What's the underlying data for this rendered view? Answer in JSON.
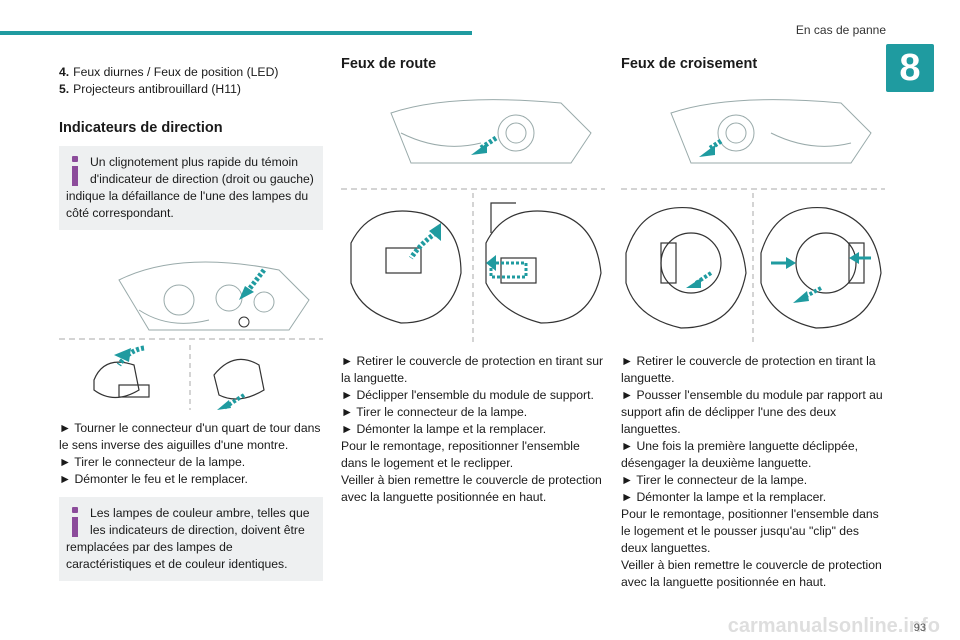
{
  "header": {
    "title": "En cas de panne",
    "chapter": "8"
  },
  "col1": {
    "list": [
      {
        "num": "4.",
        "text": "Feux diurnes / Feux de position (LED)"
      },
      {
        "num": "5.",
        "text": "Projecteurs antibrouillard (H11)"
      }
    ],
    "heading": "Indicateurs de direction",
    "info1": "Un clignotement plus rapide du témoin d'indicateur de direction (droit ou gauche) indique la défaillance de l'une des lampes du côté correspondant.",
    "steps": [
      "► Tourner le connecteur d'un quart de tour dans le sens inverse des aiguilles d'une montre.",
      "► Tirer le connecteur de la lampe.",
      "► Démonter le feu et le remplacer."
    ],
    "info2": "Les lampes de couleur ambre, telles que les indicateurs de direction, doivent être remplacées par des lampes de caractéristiques et de couleur identiques."
  },
  "col2": {
    "heading": "Feux de route",
    "steps": [
      "► Retirer le couvercle de protection en tirant sur la languette.",
      "► Déclipper l'ensemble du module de support.",
      "► Tirer le connecteur de la lampe.",
      "► Démonter la lampe et la remplacer.",
      "Pour le remontage, repositionner l'ensemble dans le logement et le reclipper.",
      "Veiller à bien remettre le couvercle de protection avec la languette positionnée en haut."
    ]
  },
  "col3": {
    "heading": "Feux de croisement",
    "steps": [
      "► Retirer le couvercle de protection en tirant la languette.",
      "► Pousser l'ensemble du module par rapport au support afin de déclipper l'une des deux languettes.",
      "► Une fois la première languette déclippée, désengager la deuxième languette.",
      "► Tirer le connecteur de la lampe.",
      "► Démonter la lampe et la remplacer.",
      "Pour le remontage, positionner l'ensemble dans le logement et le pousser jusqu'au \"clip\" des deux languettes.",
      "Veiller à bien remettre le couvercle de protection avec la languette positionnée en haut."
    ]
  },
  "footer": {
    "page": "93",
    "watermark": "carmanualsonline.info"
  },
  "colors": {
    "accent": "#1f9ba0",
    "info_icon": "#8c4c9b",
    "box_bg": "#eef0f1"
  }
}
